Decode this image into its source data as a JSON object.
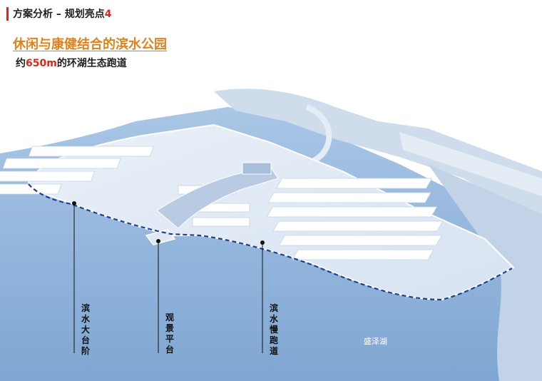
{
  "header": {
    "title_prefix": "方案分析 – 规划亮点",
    "title_number": "4"
  },
  "subtitle": "休闲与康健结合的滨水公园",
  "tagline": {
    "prefix": "约",
    "value": "650m",
    "suffix": "的环湖生态跑道"
  },
  "callouts": [
    {
      "text": "滨水大台阶"
    },
    {
      "text": "观景平台"
    },
    {
      "text": "滨水慢跑道"
    }
  ],
  "lake_name": "盛泽湖",
  "colors": {
    "accent_red": "#d7281f",
    "accent_orange": "#e0821d",
    "water": "#8fb3d9",
    "path": "#1f3f8f"
  }
}
